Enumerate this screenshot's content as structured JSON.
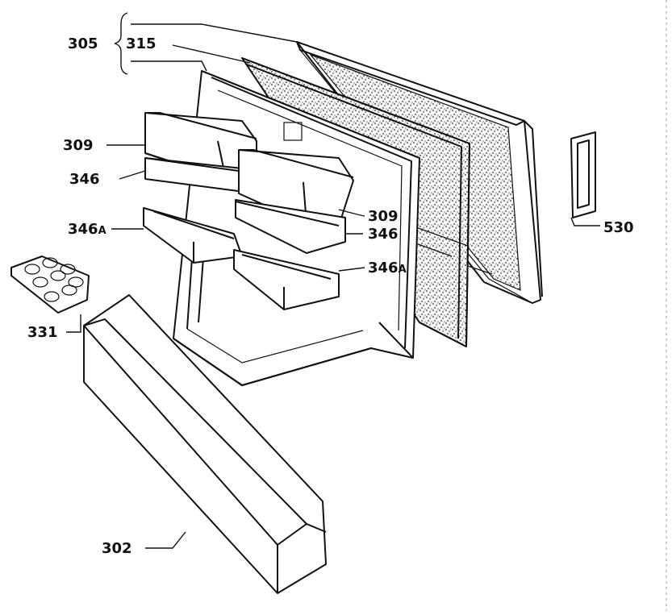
{
  "diagram": {
    "labels": {
      "l305": "305",
      "l315": "315",
      "l309a": "309",
      "l346a": "346",
      "l346A_a_num": "346",
      "l346A_a_suf": "A",
      "l309b": "309",
      "l346b": "346",
      "l346A_b_num": "346",
      "l346A_b_suf": "A",
      "l530": "530",
      "l331": "331",
      "l302": "302"
    }
  }
}
